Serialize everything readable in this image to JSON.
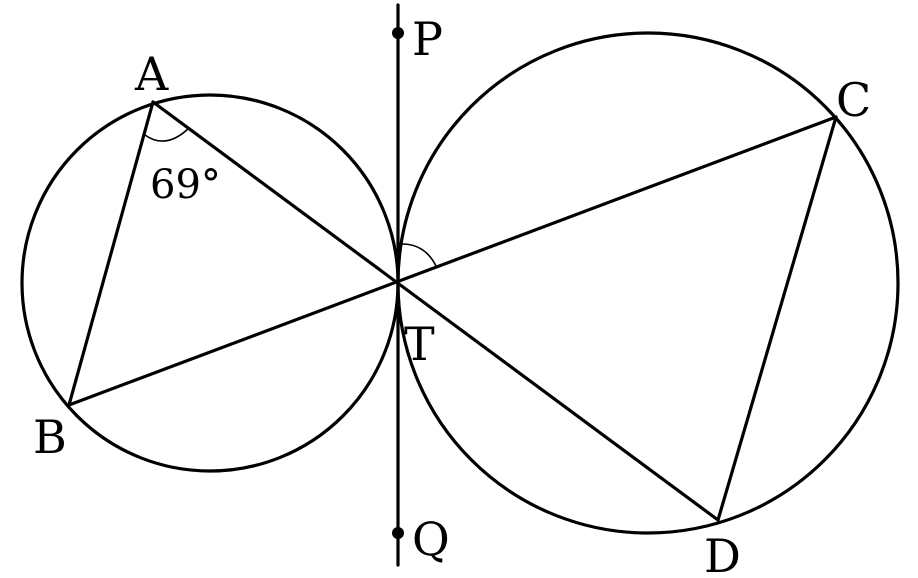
{
  "points": {
    "A": "A",
    "B": "B",
    "C": "C",
    "D": "D",
    "T": "T",
    "P": "P",
    "Q": "Q"
  },
  "angle_label": "69°"
}
